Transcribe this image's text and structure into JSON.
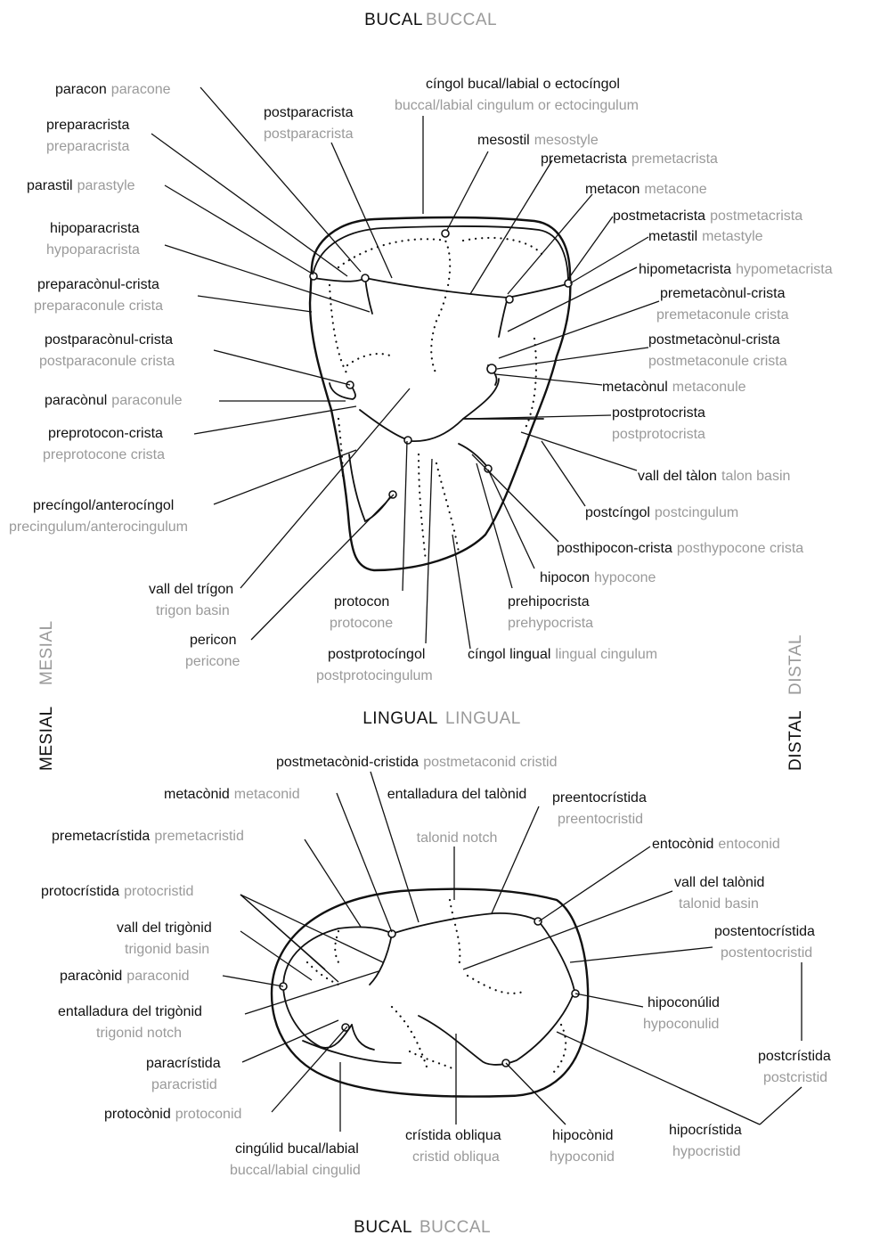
{
  "orientation": {
    "top": {
      "ca": "BUCAL",
      "en": "BUCCAL"
    },
    "middle": {
      "ca": "LINGUAL",
      "en": "LINGUAL"
    },
    "bottom": {
      "ca": "BUCAL",
      "en": "BUCCAL"
    },
    "left": {
      "ca": "MESIAL",
      "en": "MESIAL"
    },
    "right": {
      "ca": "DISTAL",
      "en": "DISTAL"
    }
  },
  "upper_molar": {
    "labels": [
      {
        "id": "paracon",
        "ca": "paracon",
        "en": "paracone"
      },
      {
        "id": "cingol-bucal",
        "ca": "cíngol bucal/labial o ectocíngol",
        "en": "buccal/labial cingulum or ectocingulum"
      },
      {
        "id": "preparacrista",
        "ca": "preparacrista",
        "en": "preparacrista"
      },
      {
        "id": "postparacrista",
        "ca": "postparacrista",
        "en": "postparacrista"
      },
      {
        "id": "mesostil",
        "ca": "mesostil",
        "en": "mesostyle"
      },
      {
        "id": "premetacrista",
        "ca": "premetacrista",
        "en": "premetacrista"
      },
      {
        "id": "parastil",
        "ca": "parastil",
        "en": "parastyle"
      },
      {
        "id": "metacon",
        "ca": "metacon",
        "en": "metacone"
      },
      {
        "id": "hipoparacrista",
        "ca": "hipoparacrista",
        "en": "hypoparacrista"
      },
      {
        "id": "postmetacrista",
        "ca": "postmetacrista",
        "en": "postmetacrista"
      },
      {
        "id": "metastil",
        "ca": "metastil",
        "en": "metastyle"
      },
      {
        "id": "hipometacrista",
        "ca": "hipometacrista",
        "en": "hypometacrista"
      },
      {
        "id": "preparaconul-crista",
        "ca": "preparacònul-crista",
        "en": "preparaconule crista"
      },
      {
        "id": "premetaconul-crista",
        "ca": "premetacònul-crista",
        "en": "premetaconule crista"
      },
      {
        "id": "postparaconul-crista",
        "ca": "postparacònul-crista",
        "en": "postparaconule crista"
      },
      {
        "id": "postmetaconul-crista",
        "ca": "postmetacònul-crista",
        "en": "postmetaconule crista"
      },
      {
        "id": "paraconul",
        "ca": "paracònul",
        "en": "paraconule"
      },
      {
        "id": "metaconul",
        "ca": "metacònul",
        "en": "metaconule"
      },
      {
        "id": "preprotocon-crista",
        "ca": "preprotocon-crista",
        "en": "preprotocone crista"
      },
      {
        "id": "postprotocrista",
        "ca": "postprotocrista",
        "en": "postprotocrista"
      },
      {
        "id": "vall-talon",
        "ca": "vall del tàlon",
        "en": "talon basin"
      },
      {
        "id": "precingol",
        "ca": "precíngol/anterocíngol",
        "en": "precingulum/anterocingulum"
      },
      {
        "id": "postcingol",
        "ca": "postcíngol",
        "en": "postcingulum"
      },
      {
        "id": "posthipocon-crista",
        "ca": "posthipocon-crista",
        "en": "posthypocone crista"
      },
      {
        "id": "hipocon",
        "ca": "hipocon",
        "en": "hypocone"
      },
      {
        "id": "vall-trigon",
        "ca": "vall del trígon",
        "en": "trigon basin"
      },
      {
        "id": "protocon",
        "ca": "protocon",
        "en": "protocone"
      },
      {
        "id": "prehipocrista",
        "ca": "prehipocrista",
        "en": "prehypocrista"
      },
      {
        "id": "pericon",
        "ca": "pericon",
        "en": "pericone"
      },
      {
        "id": "postprotocingol",
        "ca": "postprotocíngol",
        "en": "postprotocingulum"
      },
      {
        "id": "cingol-lingual",
        "ca": "cíngol lingual",
        "en": "lingual cingulum"
      }
    ]
  },
  "lower_molar": {
    "labels": [
      {
        "id": "postmetaconid-cristida",
        "ca": "postmetacònid-cristida",
        "en": "postmetaconid cristid"
      },
      {
        "id": "metaconid",
        "ca": "metacònid",
        "en": "metaconid"
      },
      {
        "id": "entalladura-talonid",
        "ca": "entalladura del talònid",
        "en": "talonid notch"
      },
      {
        "id": "preentocristida",
        "ca": "preentocrístida",
        "en": "preentocristid"
      },
      {
        "id": "premetacristida",
        "ca": "premetacrístida",
        "en": "premetacristid"
      },
      {
        "id": "entoconid",
        "ca": "entocònid",
        "en": "entoconid"
      },
      {
        "id": "protocristida",
        "ca": "protocrístida",
        "en": "protocristid"
      },
      {
        "id": "vall-talonid",
        "ca": "vall del talònid",
        "en": "talonid basin"
      },
      {
        "id": "vall-trigonid",
        "ca": "vall del trigònid",
        "en": "trigonid basin"
      },
      {
        "id": "postentocristida",
        "ca": "postentocrístida",
        "en": "postentocristid"
      },
      {
        "id": "paraconid",
        "ca": "paracònid",
        "en": "paraconid"
      },
      {
        "id": "entalladura-trigonid",
        "ca": "entalladura del trigònid",
        "en": "trigonid notch"
      },
      {
        "id": "hipoconulid",
        "ca": "hipoconúlid",
        "en": "hypoconulid"
      },
      {
        "id": "paracristida",
        "ca": "paracrístida",
        "en": "paracristid"
      },
      {
        "id": "postcristida",
        "ca": "postcrístida",
        "en": "postcristid"
      },
      {
        "id": "protoconid",
        "ca": "protocònid",
        "en": "protoconid"
      },
      {
        "id": "cingulid-bucal",
        "ca": "cingúlid bucal/labial",
        "en": "buccal/labial cingulid"
      },
      {
        "id": "cristida-obliqua",
        "ca": "crístida obliqua",
        "en": "cristid obliqua"
      },
      {
        "id": "hipoconid",
        "ca": "hipocònid",
        "en": "hypoconid"
      },
      {
        "id": "hipocristida",
        "ca": "hipocrístida",
        "en": "hypocristid"
      }
    ]
  }
}
